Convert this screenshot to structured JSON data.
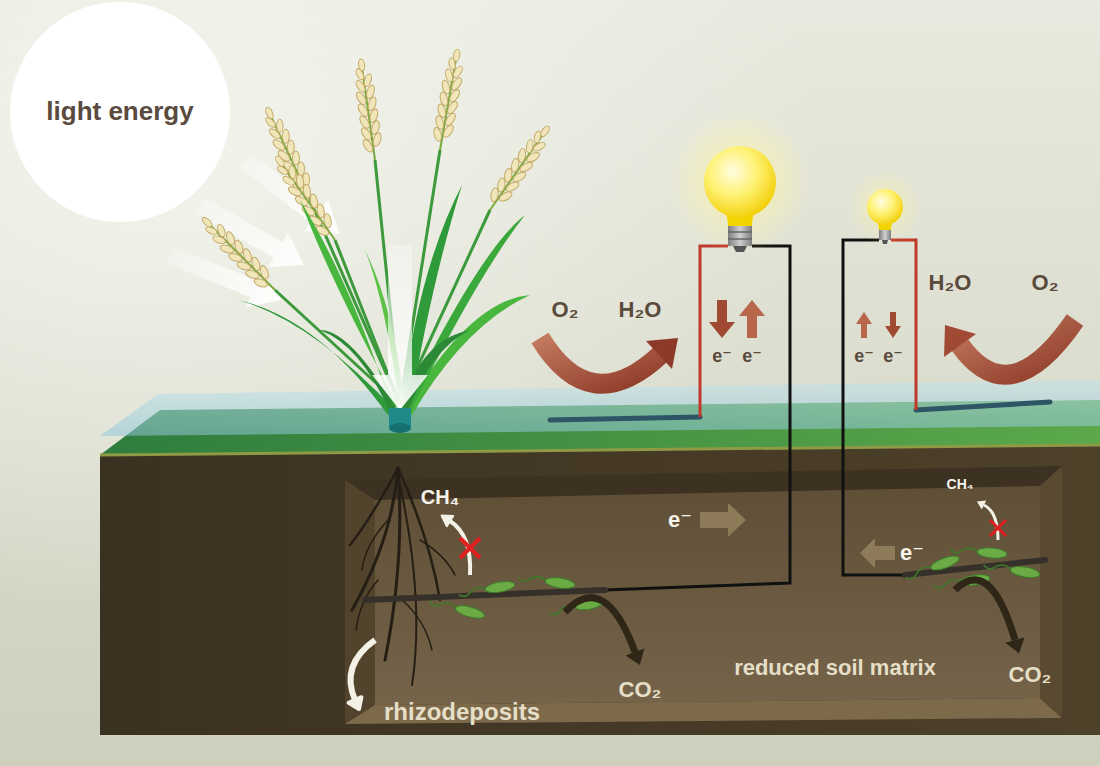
{
  "diagram": {
    "nodes": [
      {
        "text": [
          "light energy"
        ]
      }
    ],
    "labels": [
      "O₂",
      "H₂O",
      "H₂O",
      "O₂",
      "e⁻",
      "e⁻",
      "e⁻",
      "e⁻",
      "CH₄",
      "CH₄",
      "e⁻",
      "e⁻",
      "CO₂",
      "reduced soil matrix",
      "CO₂",
      "rhizodeposits"
    ]
  }
}
